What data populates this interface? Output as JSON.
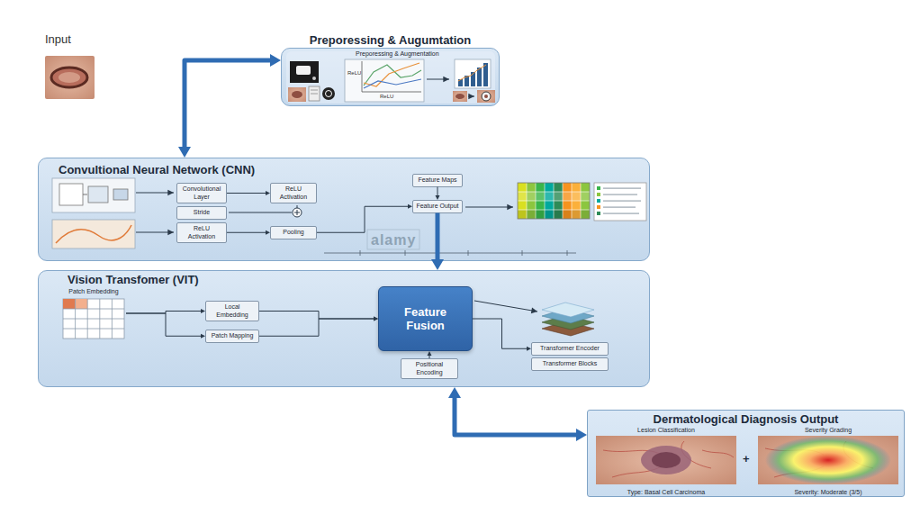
{
  "diagram": {
    "nodes": [
      {
        "text": [
          "Preporessing & Augumtation"
        ]
      },
      {
        "text": [
          "Convultional Neural Network (CNN)"
        ]
      },
      {
        "text": [
          "Convolutional Layer"
        ],
        "in": 1
      },
      {
        "text": [
          "ReLU Activation"
        ],
        "in": 1
      },
      {
        "text": [
          "Stride"
        ],
        "in": 1
      },
      {
        "text": [
          "ReLU Activation"
        ],
        "in": 1
      },
      {
        "text": [
          "Pooling"
        ],
        "in": 1
      },
      {
        "text": [
          "Feature Maps"
        ],
        "in": 1
      },
      {
        "text": [
          "Feature Output"
        ],
        "in": 1
      },
      {
        "text": [
          "Vision Transfomer (VIT)"
        ]
      },
      {
        "text": [
          "Patch Embedding"
        ],
        "in": 9
      },
      {
        "text": [
          "Local Embedding"
        ],
        "in": 9
      },
      {
        "text": [
          "Patch Mapping"
        ],
        "in": 9
      },
      {
        "text": [
          "Feature Fusion"
        ],
        "in": 9
      },
      {
        "text": [
          "Transformer Encoder"
        ],
        "in": 9
      },
      {
        "text": [
          "Transformer Blocks"
        ],
        "in": 9
      },
      {
        "text": [
          "Positional Encoding"
        ],
        "in": 9
      },
      {
        "text": [
          "Dermatological Diagnosis Output"
        ]
      },
      {
        "text": [
          "Lesion Classification",
          "Type: Basal Cell Carcinoma"
        ],
        "in": 17
      },
      {
        "text": [
          "Severity Grading",
          "Severity: Moderate (3/5)"
        ],
        "in": 17
      }
    ],
    "edges": [
      {
        "from": 0,
        "to": 1,
        "arrow": "both"
      },
      {
        "from": 8,
        "to": 9,
        "arrow": "to"
      },
      {
        "from": 9,
        "to": 17,
        "arrow": "both"
      },
      {
        "from": 2,
        "to": 3,
        "arrow": "to"
      },
      {
        "from": 5,
        "to": 6,
        "arrow": "to"
      },
      {
        "from": 6,
        "to": 8,
        "arrow": "to"
      },
      {
        "from": 7,
        "to": 8,
        "arrow": "to"
      },
      {
        "from": 10,
        "to": 11,
        "arrow": "to"
      },
      {
        "from": 10,
        "to": 12,
        "arrow": "to"
      },
      {
        "from": 11,
        "to": 13,
        "arrow": "to"
      },
      {
        "from": 12,
        "to": 13,
        "arrow": "to"
      },
      {
        "from": 16,
        "to": 13,
        "arrow": "to"
      },
      {
        "from": 13,
        "to": 14,
        "arrow": "to"
      }
    ],
    "labels": [
      "Input",
      "Preporessing & Augmentation",
      "ReLU",
      "ReLU",
      "alamy",
      "+"
    ]
  }
}
